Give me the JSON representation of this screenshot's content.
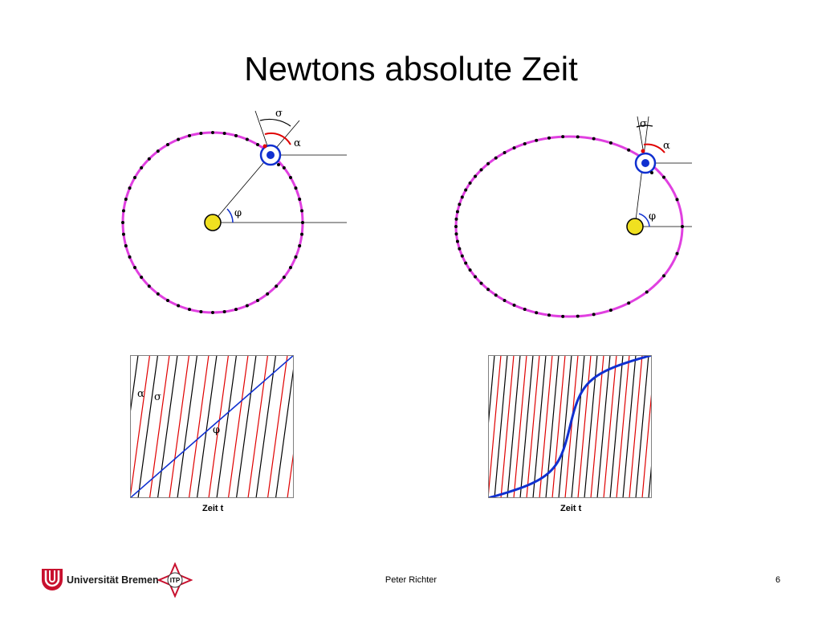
{
  "slide": {
    "title": "Newtons absolute Zeit",
    "footer_author": "Peter Richter",
    "page_number": "6"
  },
  "logos": {
    "university": "Universität Bremen",
    "institute": "ITP"
  },
  "orbit_diagrams": [
    {
      "name": "circular-orbit",
      "labels": {
        "sigma": "σ",
        "alpha": "α",
        "phi": "φ"
      }
    },
    {
      "name": "elliptical-orbit",
      "labels": {
        "sigma": "σ",
        "alpha": "α",
        "phi": "φ"
      }
    }
  ],
  "chart_data": [
    {
      "type": "line",
      "xlabel": "Zeit t",
      "series": [
        {
          "name": "α",
          "color": "#e00000",
          "kind": "sawtooth"
        },
        {
          "name": "σ",
          "color": "#000000",
          "kind": "sawtooth"
        },
        {
          "name": "φ",
          "color": "#1030d0",
          "kind": "linear"
        }
      ],
      "labels": {
        "alpha": "α",
        "sigma": "σ",
        "phi": "φ"
      }
    },
    {
      "type": "line",
      "xlabel": "Zeit t",
      "series": [
        {
          "color": "#e00000",
          "kind": "sawtooth"
        },
        {
          "color": "#000000",
          "kind": "sawtooth"
        },
        {
          "color": "#1030d0",
          "kind": "kepler-s-curve"
        }
      ]
    }
  ],
  "colors": {
    "orbit": "#e040e0",
    "sun": "#f0e020",
    "planet": "#1030d0",
    "alpha_arc": "#e00000",
    "logo_red": "#c8102e"
  }
}
